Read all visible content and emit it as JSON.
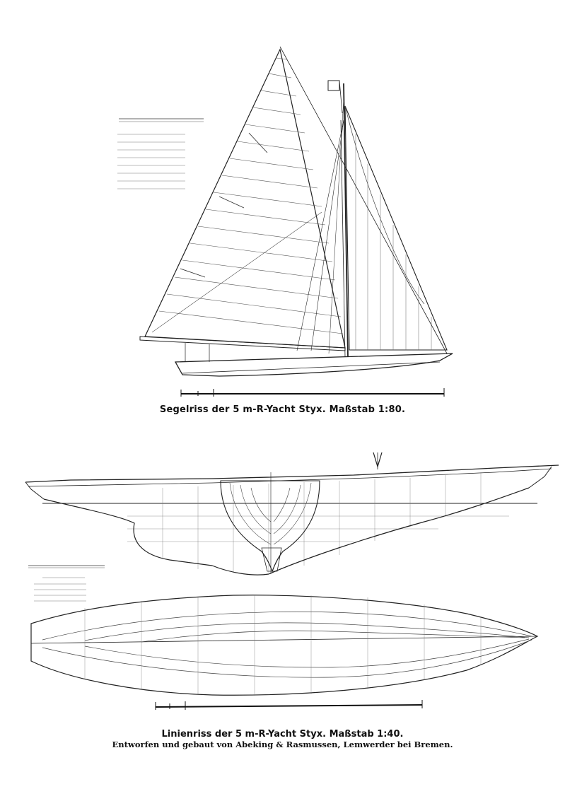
{
  "sail_plan": {
    "caption": "Segelriss der 5 m-R-Yacht Styx. Maßstab 1:80."
  },
  "lines_plan": {
    "caption": "Linienriss der 5 m-R-Yacht Styx. Maßstab 1:40.",
    "credit": "Entworfen und gebaut von Abeking & Rasmussen, Lemwerder bei Bremen."
  }
}
